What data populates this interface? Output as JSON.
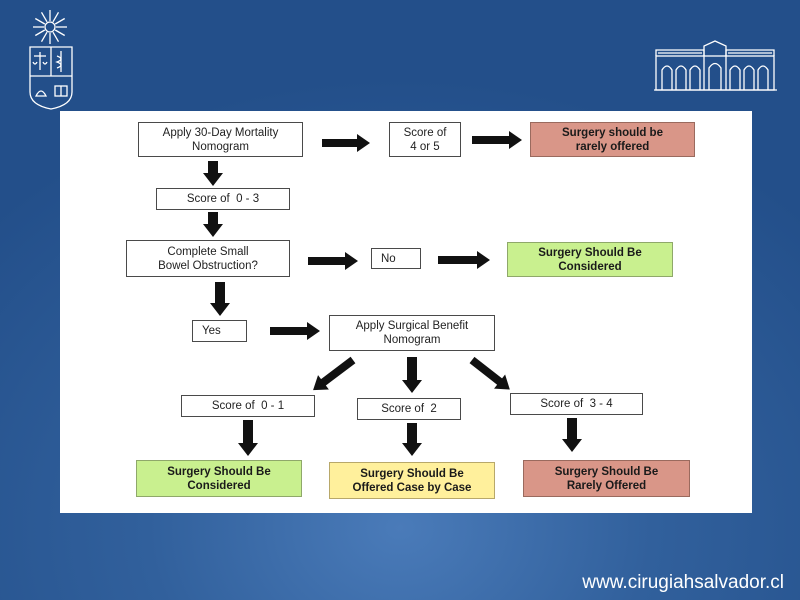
{
  "slide": {
    "footer_url": "www.cirugiahsalvador.cl"
  },
  "flowchart": {
    "step1": {
      "line1": "Apply 30-Day Mortality",
      "line2": "Nomogram"
    },
    "score_high": {
      "line1": "Score of",
      "line2": "4 or 5"
    },
    "outcome_rarely_top": {
      "line1": "Surgery should be",
      "line2": "rarely offered"
    },
    "score_low": "Score of  0 - 3",
    "question": {
      "line1": "Complete Small",
      "line2": "Bowel Obstruction?"
    },
    "answer_no": "No",
    "outcome_considered_top": {
      "line1": "Surgery Should Be",
      "line2": "Considered"
    },
    "answer_yes": "Yes",
    "step2": {
      "line1": "Apply Surgical Benefit",
      "line2": "Nomogram"
    },
    "score_0_1": "Score of  0 - 1",
    "score_2": "Score of  2",
    "score_3_4": "Score of  3 - 4",
    "outcome_considered": {
      "line1": "Surgery Should Be",
      "line2": "Considered"
    },
    "outcome_case_by_case": {
      "line1": "Surgery Should Be",
      "line2": "Offered Case by Case"
    },
    "outcome_rarely": {
      "line1": "Surgery Should Be",
      "line2": "Rarely Offered"
    }
  },
  "colors": {
    "background": "#2d5c98",
    "panel": "#ffffff",
    "rarely_offered": "#d99688",
    "considered": "#c9f08f",
    "case_by_case": "#fff09c",
    "arrow": "#111111"
  },
  "icons": {
    "left_logo": "university-seal-icon",
    "right_logo": "hospital-building-icon",
    "connector": "block-arrow-icon"
  }
}
